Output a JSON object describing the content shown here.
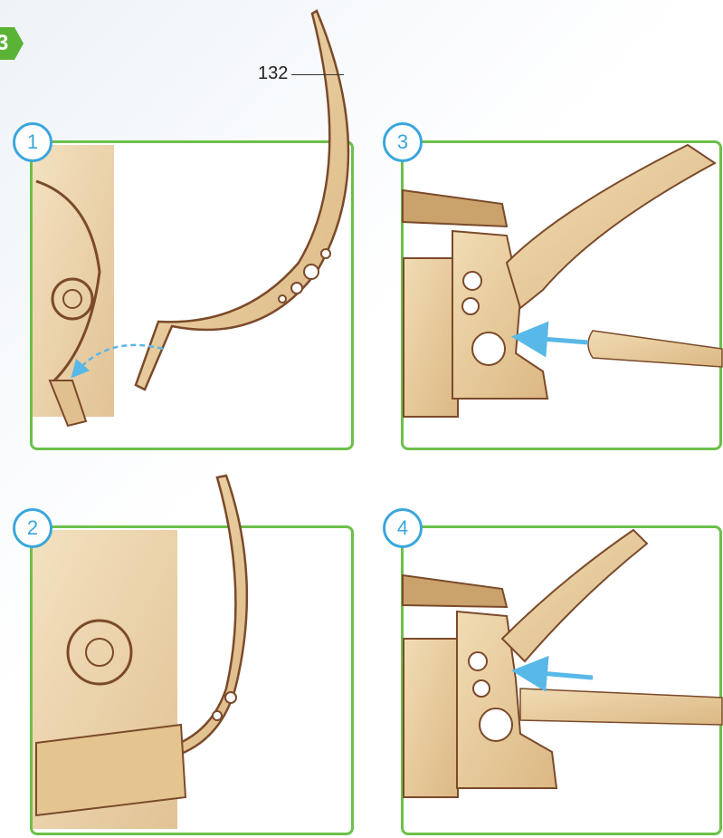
{
  "step": {
    "number": "3"
  },
  "part": {
    "label": "132"
  },
  "panels": [
    {
      "number": "1"
    },
    {
      "number": "2"
    },
    {
      "number": "3"
    },
    {
      "number": "4"
    }
  ],
  "colors": {
    "panel_border": "#6cc04a",
    "badge_circle": "#3aa6dc",
    "step_badge": "#5bb335",
    "wood_light": "#ecd1a3",
    "wood_dark": "#7b4a2a",
    "arrow": "#58b8e8"
  }
}
